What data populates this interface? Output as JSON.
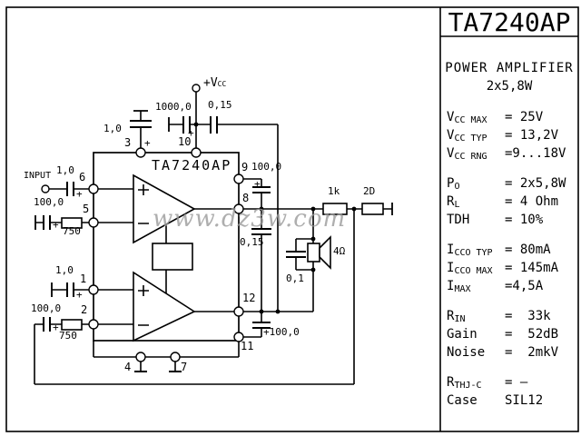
{
  "title_block": {
    "part_number": "TA7240AP"
  },
  "right_panel": {
    "heading_line1": "POWER AMPLIFIER",
    "heading_line2": "2x5,8W",
    "specs": [
      {
        "base": "V",
        "sub": "CC MAX",
        "value": "= 25V"
      },
      {
        "base": "V",
        "sub": "CC TYP",
        "value": "= 13,2V"
      },
      {
        "base": "V",
        "sub": "CC RNG",
        "value": "=9...18V"
      },
      {
        "base": "P",
        "sub": "O",
        "value": "= 2x5,8W",
        "gap_before": true
      },
      {
        "base": "R",
        "sub": "L",
        "value": "= 4 Ohm"
      },
      {
        "base": "TDH",
        "sub": "",
        "value": "= 10%"
      },
      {
        "base": "I",
        "sub": "CCO TYP",
        "value": "= 80mA",
        "gap_before": true
      },
      {
        "base": "I",
        "sub": "CCO MAX",
        "value": "= 145mA"
      },
      {
        "base": "I",
        "sub": "MAX",
        "value": "=4,5A"
      },
      {
        "base": "R",
        "sub": "IN",
        "value": "=  33k",
        "gap_before": true
      },
      {
        "base": "Gain",
        "sub": "",
        "value": "=  52dB"
      },
      {
        "base": "Noise",
        "sub": "",
        "value": "=  2mkV"
      },
      {
        "base": "R",
        "sub": "THJ-C",
        "value": "= –",
        "gap_before": true
      },
      {
        "base": "Case",
        "sub": "",
        "value": "SIL12"
      }
    ]
  },
  "schematic": {
    "ic_name": "TA7240AP",
    "watermark": "www.dz3w.com",
    "labels": {
      "input": "INPUT",
      "vcc": "+V",
      "vcc_sub": "CC",
      "c1000": "1000,0",
      "c015_top": "0,15",
      "pin10": "10",
      "pin3": "3",
      "c1u_top": "1,0",
      "c1u_in": "1,0",
      "pin6": "6",
      "c100_fb1": "100,0",
      "r750_1": "750",
      "pin5": "5",
      "pin9": "9",
      "c100_p9": "100,0",
      "pin8": "8",
      "r1k": "1k",
      "r2": "2D",
      "c015_out": "0,15",
      "spk": "4Ω",
      "c01": "0,1",
      "c1u_in2": "1,0",
      "pin1": "1",
      "c100_fb2": "100,0",
      "r750_2": "750",
      "pin2": "2",
      "pin12": "12",
      "c100_p12": "+100,0",
      "pin11": "11",
      "pin4": "4",
      "pin7": "7",
      "plus": "+"
    }
  }
}
